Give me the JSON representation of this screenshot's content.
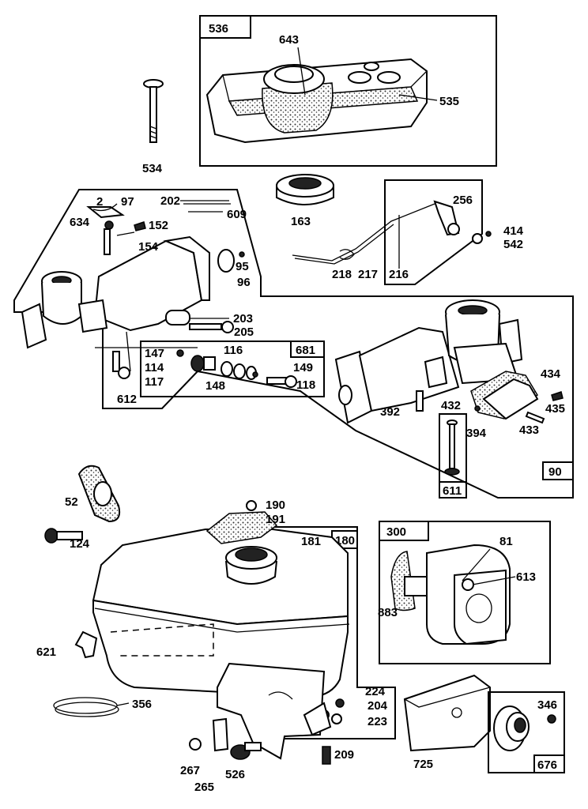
{
  "diagram": {
    "labels": {
      "p536": "536",
      "p643": "643",
      "p535": "535",
      "p534": "534",
      "p163": "163",
      "p202": "202",
      "p97": "97",
      "p634": "634",
      "p152": "152",
      "p154": "154",
      "p609": "609",
      "p95": "95",
      "p96": "96",
      "p256": "256",
      "p414": "414",
      "p542": "542",
      "p218": "218",
      "p217": "217",
      "p216": "216",
      "p203": "203",
      "p205": "205",
      "p681": "681",
      "p147": "147",
      "p116": "116",
      "p114": "114",
      "p117": "117",
      "p148": "148",
      "p149": "149",
      "p118": "118",
      "p612": "612",
      "p434": "434",
      "p435": "435",
      "p392": "392",
      "p432": "432",
      "p394": "394",
      "p433": "433",
      "p90": "90",
      "p611": "611",
      "p52": "52",
      "p124": "124",
      "p190": "190",
      "p191": "191",
      "p181": "181",
      "p180": "180",
      "p300": "300",
      "p81": "81",
      "p613": "613",
      "p883": "883",
      "p621": "621",
      "p356": "356",
      "p224": "224",
      "p204": "204",
      "p223": "223",
      "p209": "209",
      "p267": "267",
      "p265": "265",
      "p526": "526",
      "p725": "725",
      "p346": "346",
      "p676": "676"
    }
  }
}
